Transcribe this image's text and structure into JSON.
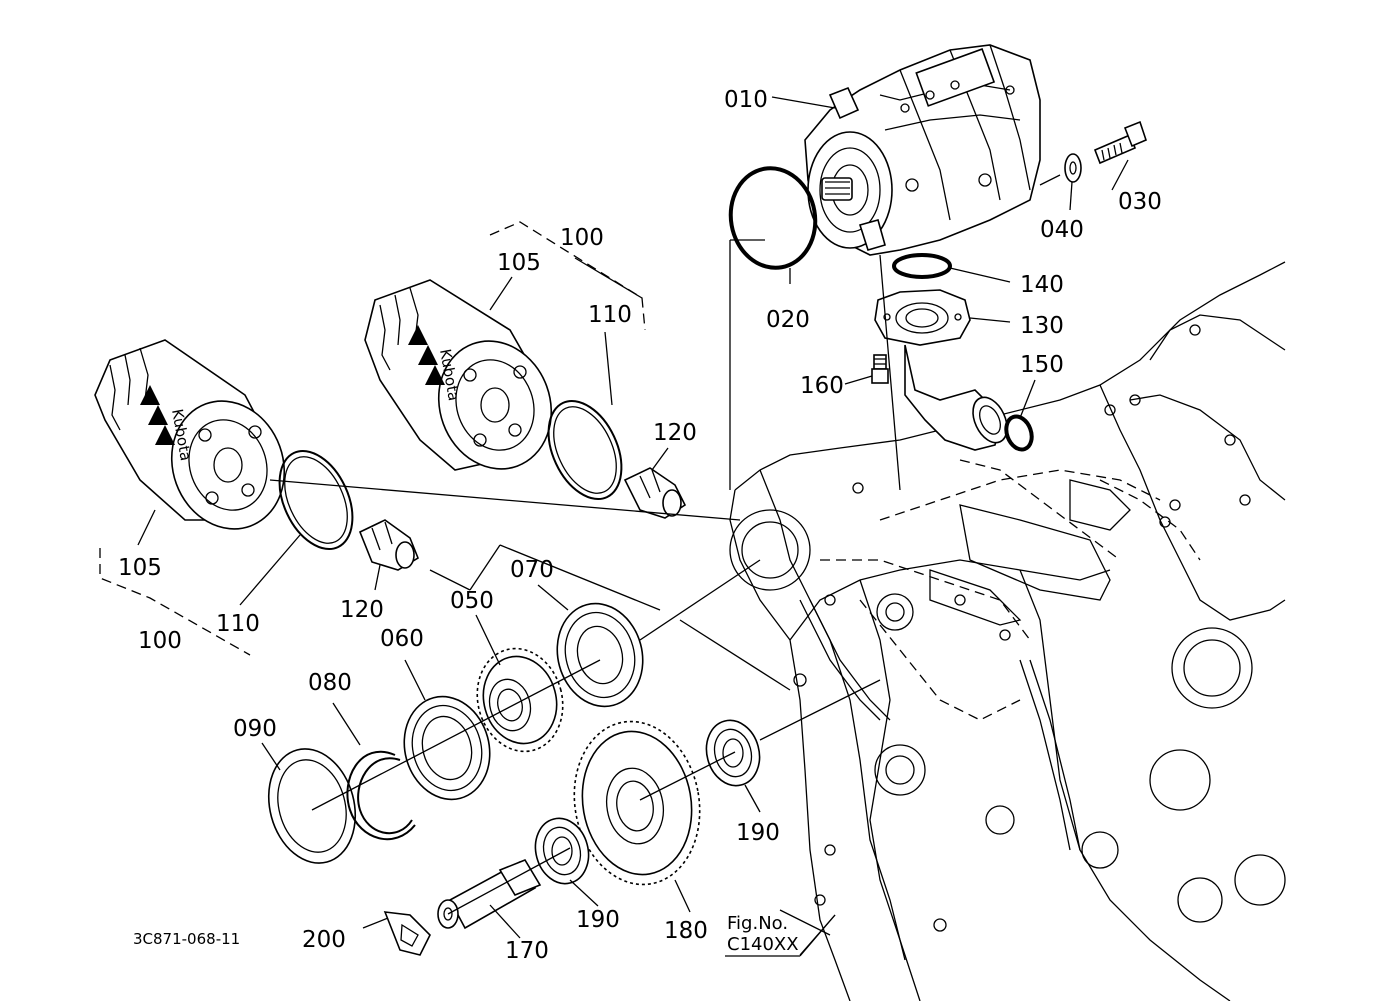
{
  "figure_code": "3C871-068-11",
  "fig_no_label": "Fig.No.",
  "fig_no_value": "C140XX",
  "filter_brand": "Kubota",
  "parts": [
    {
      "id": "p010",
      "label": "010"
    },
    {
      "id": "p020",
      "label": "020"
    },
    {
      "id": "p030",
      "label": "030"
    },
    {
      "id": "p040",
      "label": "040"
    },
    {
      "id": "p050",
      "label": "050"
    },
    {
      "id": "p060",
      "label": "060"
    },
    {
      "id": "p070",
      "label": "070"
    },
    {
      "id": "p080",
      "label": "080"
    },
    {
      "id": "p090",
      "label": "090"
    },
    {
      "id": "p100a",
      "label": "100"
    },
    {
      "id": "p100b",
      "label": "100"
    },
    {
      "id": "p105a",
      "label": "105"
    },
    {
      "id": "p105b",
      "label": "105"
    },
    {
      "id": "p110a",
      "label": "110"
    },
    {
      "id": "p110b",
      "label": "110"
    },
    {
      "id": "p120a",
      "label": "120"
    },
    {
      "id": "p120b",
      "label": "120"
    },
    {
      "id": "p130",
      "label": "130"
    },
    {
      "id": "p140",
      "label": "140"
    },
    {
      "id": "p150",
      "label": "150"
    },
    {
      "id": "p160",
      "label": "160"
    },
    {
      "id": "p170",
      "label": "170"
    },
    {
      "id": "p180",
      "label": "180"
    },
    {
      "id": "p190a",
      "label": "190"
    },
    {
      "id": "p190b",
      "label": "190"
    },
    {
      "id": "p200",
      "label": "200"
    }
  ]
}
